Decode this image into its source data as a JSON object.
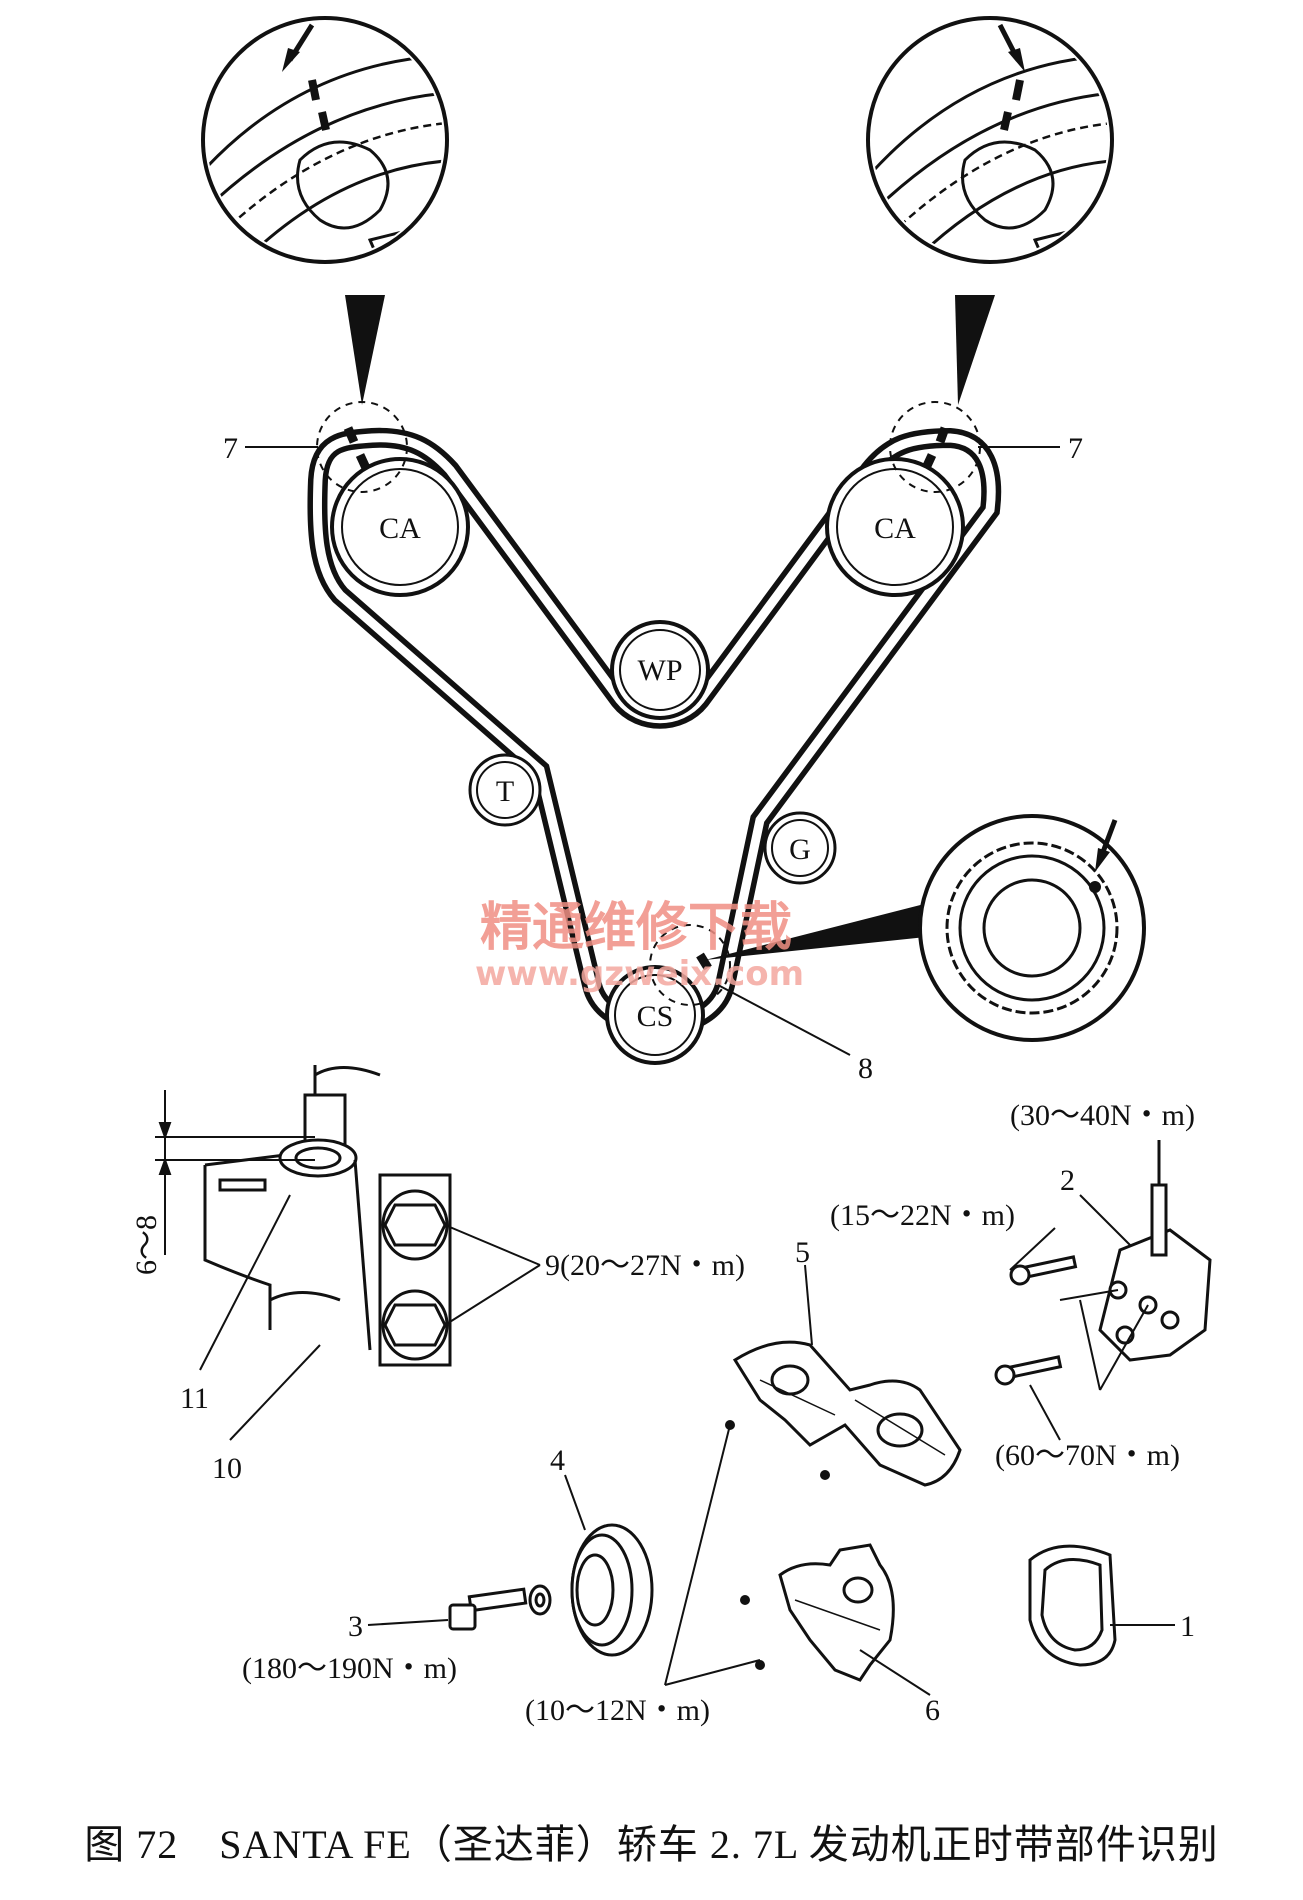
{
  "pulleys": {
    "ca_left": "CA",
    "ca_right": "CA",
    "wp": "WP",
    "t": "T",
    "g": "G",
    "cs": "CS"
  },
  "callouts": {
    "n1": "1",
    "n2": "2",
    "n3": "3",
    "n4": "4",
    "n5": "5",
    "n6": "6",
    "n7_left": "7",
    "n7_right": "7",
    "n8": "8",
    "n9": "9(20～27N・m)",
    "n10": "10",
    "n11": "11",
    "gap_dimension": "6～8"
  },
  "torques": {
    "t_30_40": "(30～40N・m)",
    "t_15_22": "(15～22N・m)",
    "t_60_70": "(60～70N・m)",
    "t_180_190": "(180～190N・m)",
    "t_10_12": "(10～12N・m)"
  },
  "watermark": {
    "line1": "精通维修下载",
    "line2": "www.gzweix.com"
  },
  "caption": "图 72　SANTA FE（圣达菲）轿车 2. 7L 发动机正时带部件识别"
}
